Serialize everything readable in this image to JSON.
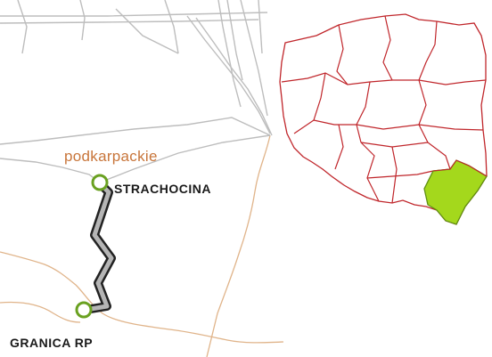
{
  "labels": {
    "region": "podkarpackie",
    "start_point": "STRACHOCINA",
    "end_point": "GRANICA RP"
  },
  "colors": {
    "region_label": "#c8753a",
    "border_line": "#e0b48a",
    "gas_network": "#bdbdbd",
    "pipeline_fill": "#b5b5b5",
    "pipeline_outline": "#222222",
    "node_marker": "#6aa121",
    "voivodeship_border": "#c0262b",
    "highlighted_voivodeship": "#a4d81c",
    "highlighted_outline": "#5f8f12"
  },
  "inset_map": {
    "country": "Poland",
    "highlighted_region": "podkarpackie"
  }
}
